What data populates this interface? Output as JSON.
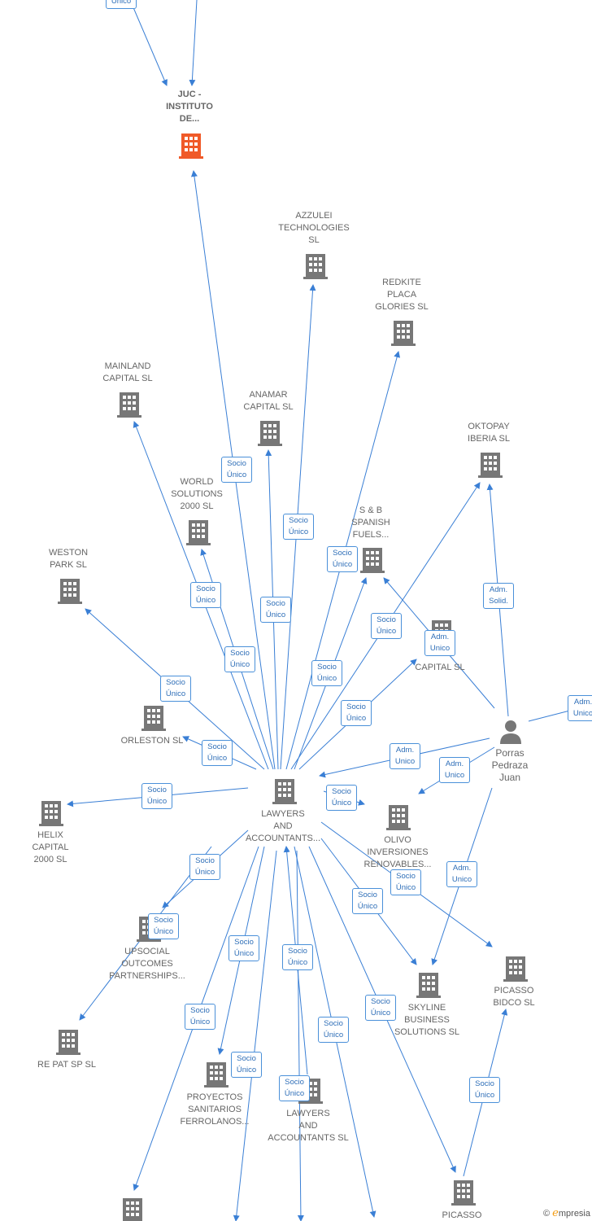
{
  "nodes": {
    "juc": "JUC -\nINSTITUTO\nDE...",
    "azzulei": "AZZULEI\nTECHNOLOGIES\nSL",
    "redkite": "REDKITE\nPLACA\nGLORIES SL",
    "mainland": "MAINLAND\nCAPITAL SL",
    "anamar": "ANAMAR\nCAPITAL SL",
    "oktopay": "OKTOPAY\nIBERIA SL",
    "world": "WORLD\nSOLUTIONS\n2000 SL",
    "sb": "S & B\nSPANISH\nFUELS...",
    "weston": "WESTON\nPARK SL",
    "capital": "CAPITAL SL",
    "orleston": "ORLESTON SL",
    "person": "Porras\nPedraza\nJuan",
    "helix": "HELIX\nCAPITAL\n2000 SL",
    "lawyers_center": "LAWYERS\nAND\nACCOUNTANTS...",
    "olivo": "OLIVO\nINVERSIONES\nRENOVABLES...",
    "upsocial": "UPSOCIAL\nOUTCOMES\nPARTNERSHIPS...",
    "picasso_bidco": "PICASSO\nBIDCO SL",
    "skyline": "SKYLINE\nBUSINESS\nSOLUTIONS SL",
    "repat": "RE PAT SP SL",
    "proyectos": "PROYECTOS\nSANITARIOS\nFERROLANOS...",
    "lawyers_sl": "LAWYERS\nAND\nACCOUNTANTS SL",
    "picasso": "PICASSO"
  },
  "badges": {
    "socio_unico": "Socio\nÚnico",
    "adm_unico": "Adm.\nUnico",
    "adm_solid": "Adm.\nSolid."
  },
  "credit": {
    "symbol": "©",
    "e": "e",
    "brand": "mpresia"
  },
  "colors": {
    "edge": "#3a7fd5",
    "icon": "#777777",
    "highlight": "#f05a28"
  }
}
